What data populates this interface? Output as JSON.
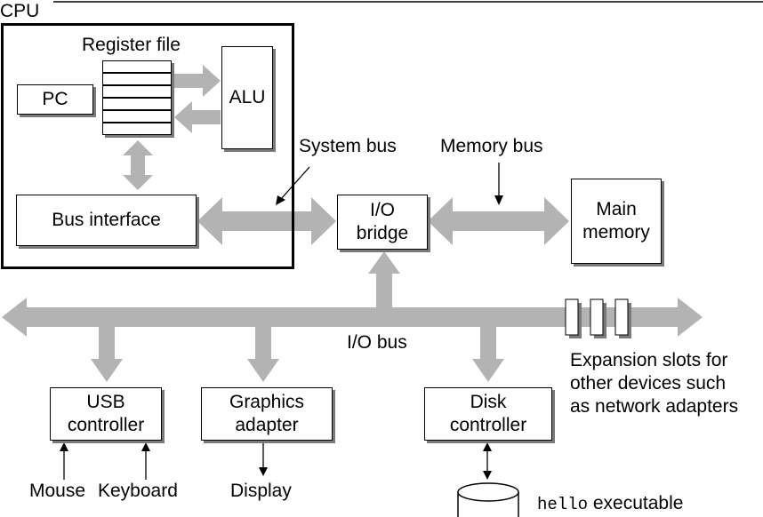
{
  "cpu_label": "CPU",
  "register_file_label": "Register file",
  "pc_label": "PC",
  "alu_label": "ALU",
  "bus_interface_label": "Bus interface",
  "system_bus_label": "System bus",
  "memory_bus_label": "Memory bus",
  "io_bridge_label": "I/O\nbridge",
  "main_memory_label": "Main\nmemory",
  "io_bus_label": "I/O bus",
  "expansion_slots_label": "Expansion slots for\nother devices such\nas network adapters",
  "usb_controller_label": "USB\ncontroller",
  "graphics_adapter_label": "Graphics\nadapter",
  "disk_controller_label": "Disk\ncontroller",
  "mouse_label": "Mouse",
  "keyboard_label": "Keyboard",
  "display_label": "Display",
  "disk_file_name": "hello",
  "disk_file_desc": "executable",
  "colors": {
    "bus_gray": "#b3b3b3",
    "shadow_gray": "#7a7a7a"
  }
}
